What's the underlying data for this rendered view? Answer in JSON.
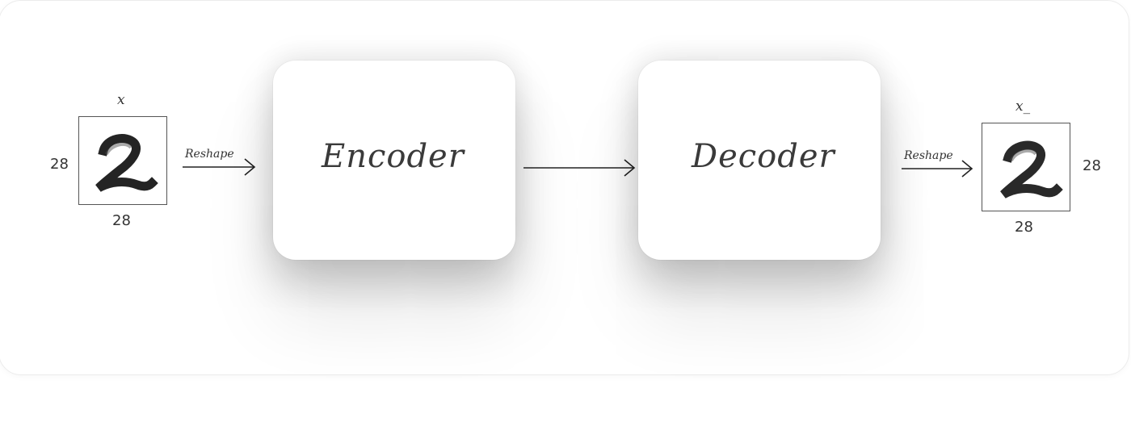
{
  "input": {
    "var_label": "x",
    "height_label": "28",
    "width_label": "28"
  },
  "output": {
    "var_label": "x_",
    "height_label": "28",
    "width_label": "28"
  },
  "arrows": {
    "reshape_in_label": "Reshape",
    "reshape_out_label": "Reshape"
  },
  "encoder": {
    "title": "Encoder"
  },
  "decoder": {
    "title": "Decoder"
  },
  "colors": {
    "ink": "#333333",
    "card_bg": "#ffffff",
    "frame_border": "#ececec"
  }
}
